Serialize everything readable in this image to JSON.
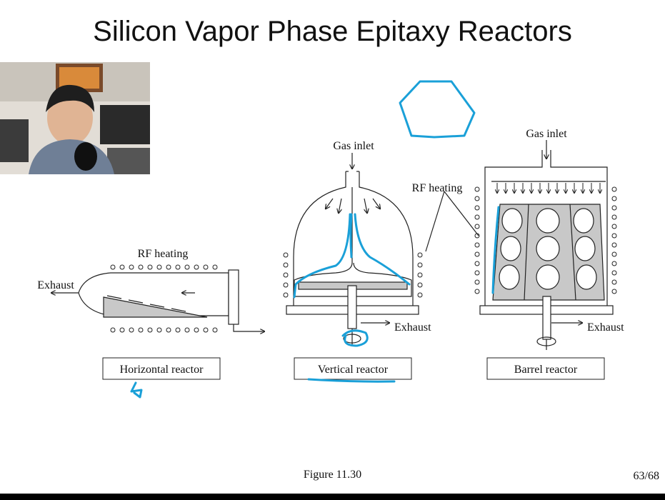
{
  "slide": {
    "title": "Silicon Vapor Phase Epitaxy Reactors",
    "figure_caption": "Figure 11.30",
    "page_number": "63/68"
  },
  "diagram": {
    "horizontal": {
      "rf_label": "RF heating",
      "exhaust_label": "Exhaust",
      "name": "Horizontal reactor"
    },
    "vertical": {
      "gas_label": "Gas inlet",
      "exhaust_label": "Exhaust",
      "name": "Vertical reactor"
    },
    "barrel": {
      "gas_label": "Gas inlet",
      "rf_label": "RF heating",
      "exhaust_label": "Exhaust",
      "name": "Barrel reactor"
    }
  },
  "colors": {
    "annotation_ink": "#1aa0d8",
    "susceptor_gray": "#c8c8c8",
    "line": "#222222"
  }
}
